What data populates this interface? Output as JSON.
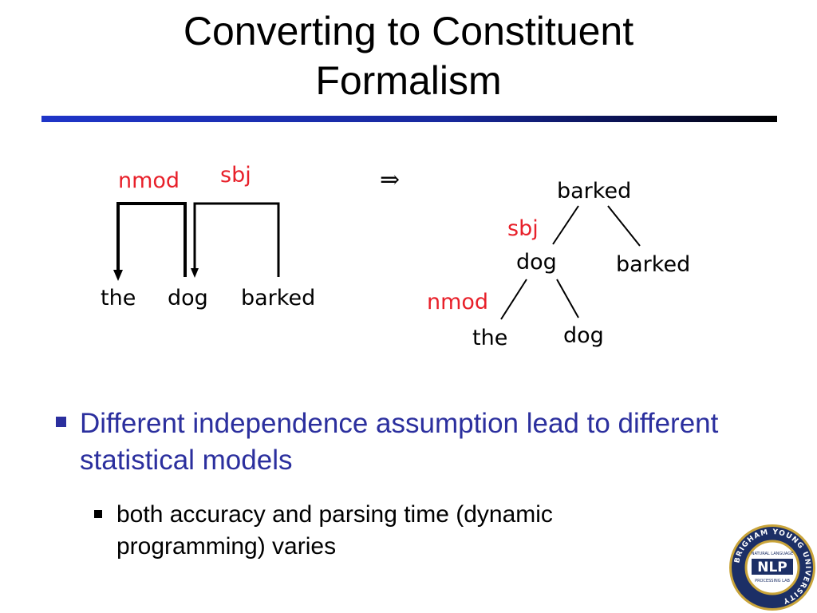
{
  "slide": {
    "title_line1": "Converting to Constituent",
    "title_line2": "Formalism"
  },
  "dependency_diagram": {
    "arcs": [
      "nmod",
      "sbj"
    ],
    "words": [
      "the",
      "dog",
      "barked"
    ]
  },
  "arrow_symbol": "⇒",
  "constituent_tree": {
    "root": "barked",
    "root_label": "sbj",
    "left_child": "dog",
    "right_child": "barked",
    "left_child_label": "nmod",
    "left_left": "the",
    "left_right": "dog"
  },
  "bullets": {
    "main": "Different independence assumption  lead to different statistical models",
    "sub": "both accuracy and parsing time (dynamic programming) varies"
  },
  "logo": {
    "ring_text": "BRIGHAM YOUNG UNIVERSITY",
    "top_small": "NATURAL LANGUAGE",
    "center": "NLP",
    "bottom_small": "PROCESSING LAB"
  },
  "colors": {
    "accent_blue": "#2b2f9e",
    "label_red": "#e8202a",
    "logo_navy": "#1c2f66",
    "logo_gold": "#c9a43a"
  }
}
